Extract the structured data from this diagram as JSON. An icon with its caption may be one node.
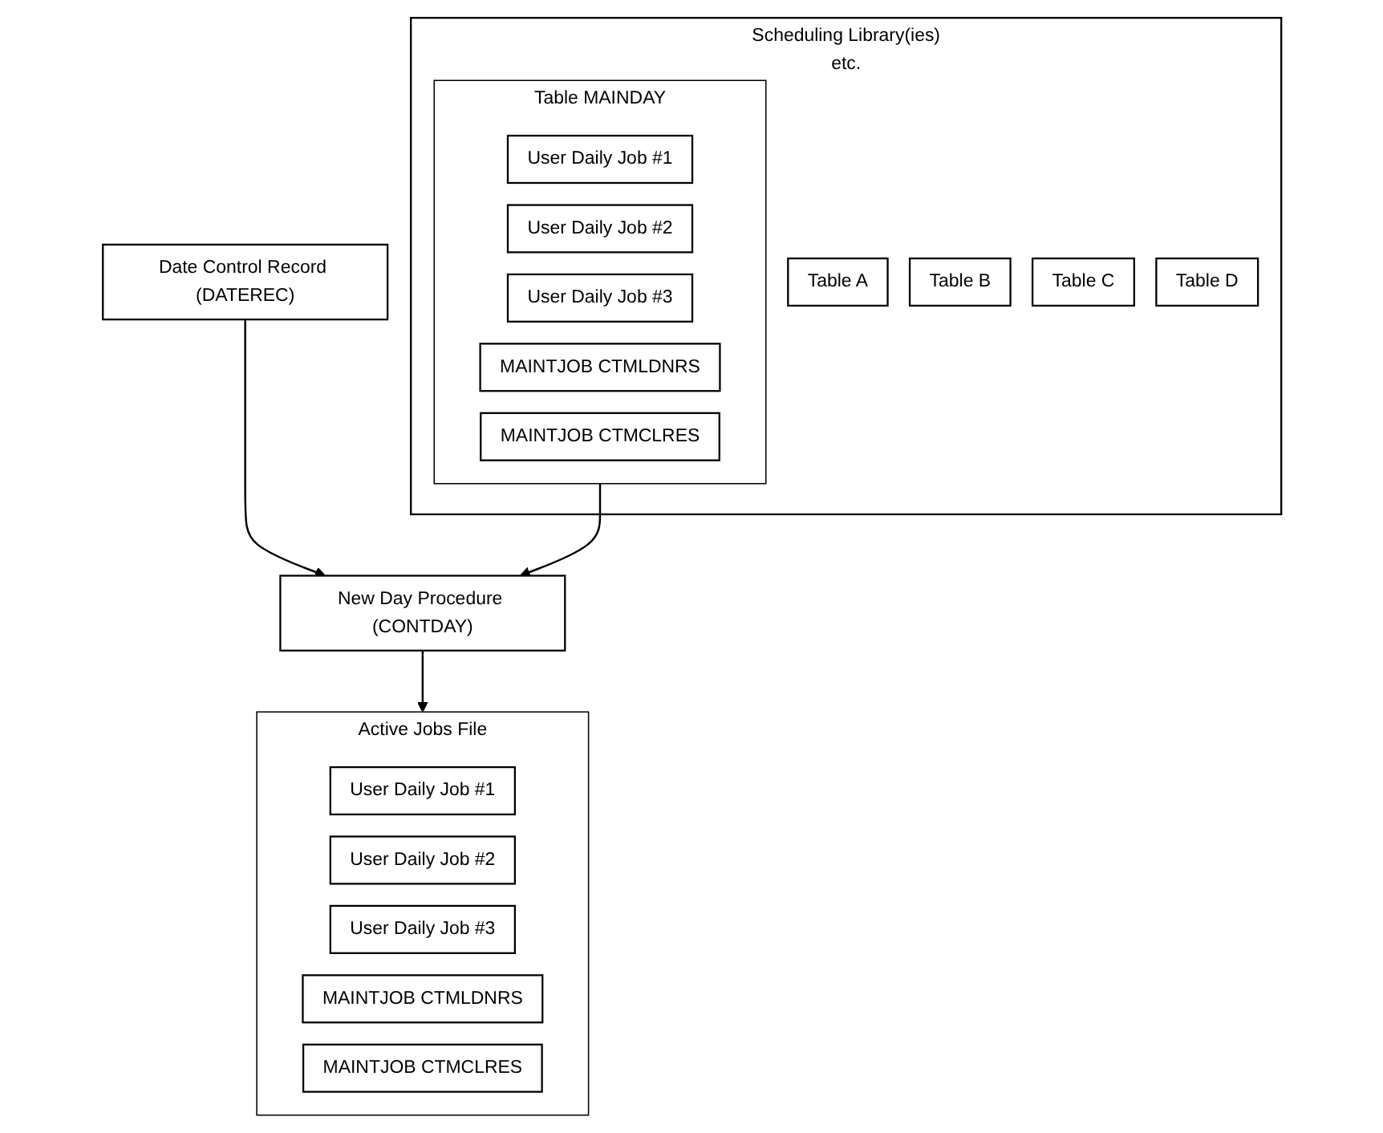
{
  "diagram": {
    "nodes": [
      {
        "text": [
          "Scheduling Library(ies)",
          "etc."
        ]
      },
      {
        "text": [
          "Table MAINDAY"
        ],
        "in": 0
      },
      {
        "text": [
          "User Daily Job #1"
        ],
        "in": 1
      },
      {
        "text": [
          "User Daily Job #2"
        ],
        "in": 1
      },
      {
        "text": [
          "User Daily Job #3"
        ],
        "in": 1
      },
      {
        "text": [
          "MAINTJOB CTMLDNRS"
        ],
        "in": 1
      },
      {
        "text": [
          "MAINTJOB CTMCLRES"
        ],
        "in": 1
      },
      {
        "text": [
          "Table A"
        ],
        "in": 0
      },
      {
        "text": [
          "Table B"
        ],
        "in": 0
      },
      {
        "text": [
          "Table C"
        ],
        "in": 0
      },
      {
        "text": [
          "Table D"
        ],
        "in": 0
      },
      {
        "text": [
          "New Day Procedure (CONTDAY)"
        ]
      },
      {
        "text": [
          "Date Control Record (DATEREC)"
        ]
      },
      {
        "text": [
          "Active Jobs File"
        ]
      },
      {
        "text": [
          "User Daily Job #1"
        ],
        "in": 13
      },
      {
        "text": [
          "User Daily Job #2"
        ],
        "in": 13
      },
      {
        "text": [
          "User Daily Job #3"
        ],
        "in": 13
      },
      {
        "text": [
          "MAINTJOB CTMLDNRS"
        ],
        "in": 13
      },
      {
        "text": [
          "MAINTJOB CTMCLRES"
        ],
        "in": 13
      }
    ],
    "edges": [
      {
        "from": 1,
        "to": 11,
        "arrow": "to"
      },
      {
        "from": 12,
        "to": 11,
        "arrow": "to"
      },
      {
        "from": 11,
        "to": 13,
        "arrow": "to"
      }
    ]
  }
}
